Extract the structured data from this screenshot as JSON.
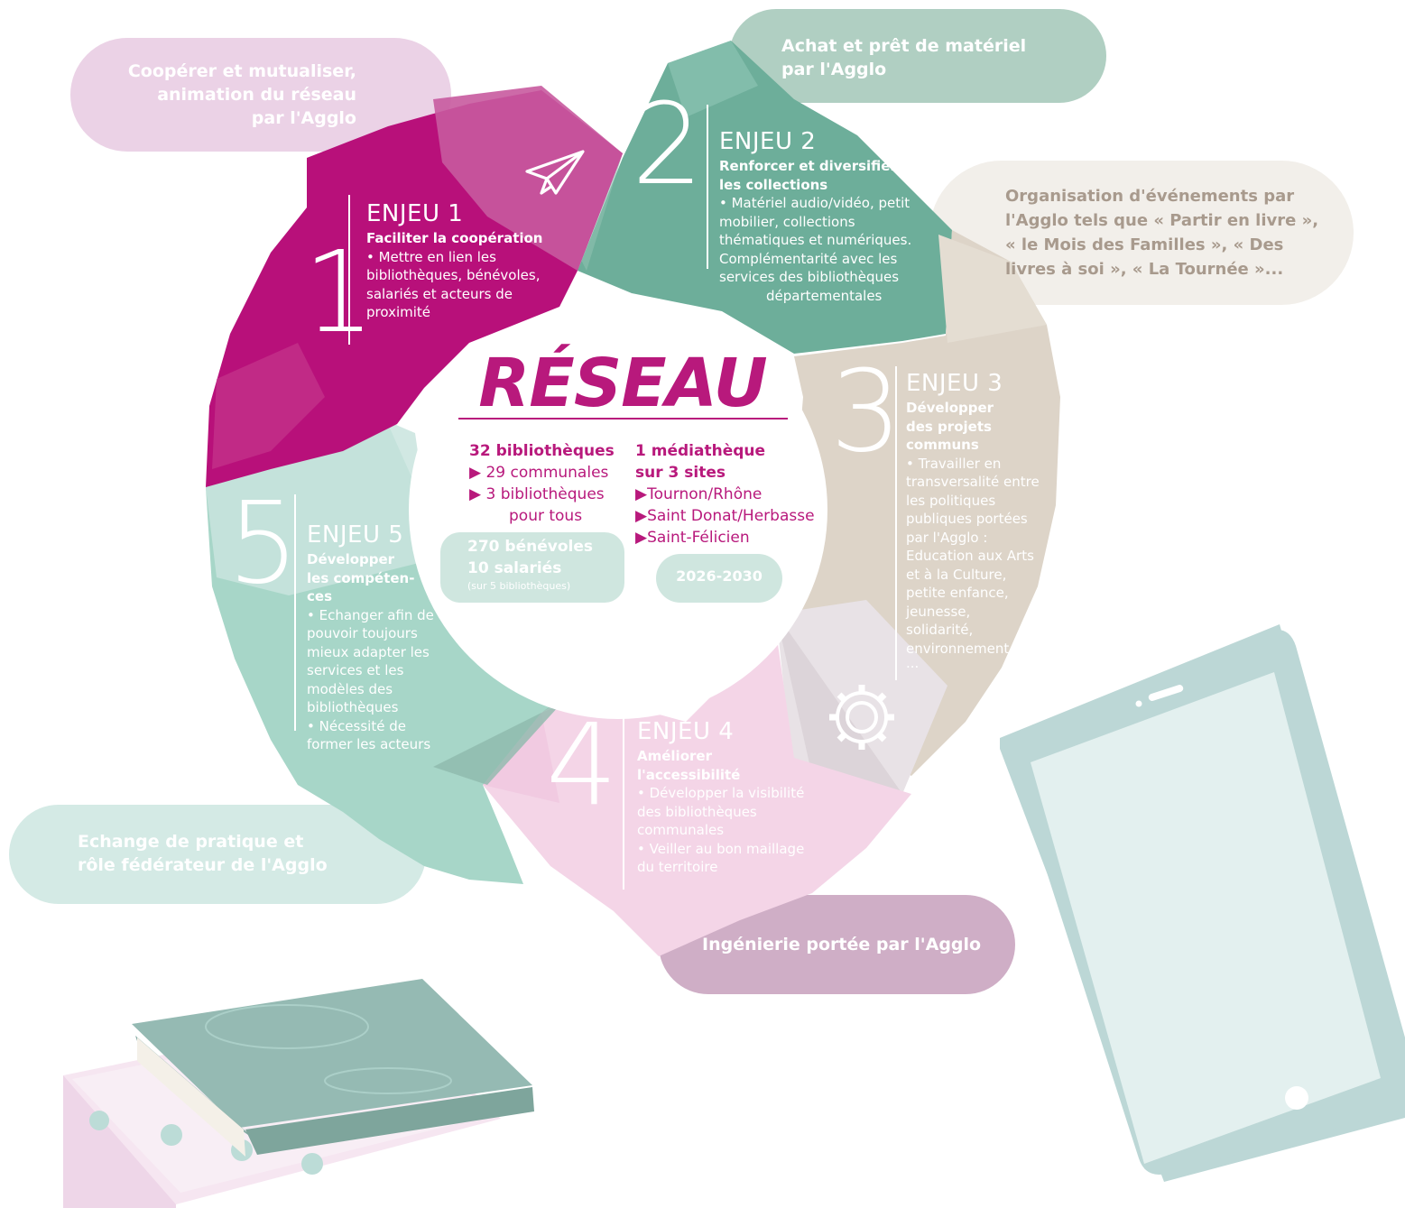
{
  "center": {
    "title": "RÉSEAU",
    "bibliotheques": {
      "headline": "32 bibliothèques",
      "items": [
        "29 communales",
        "3 bibliothèques"
      ],
      "tail": "pour tous"
    },
    "mediatheque": {
      "headline_line1": "1 médiathèque",
      "headline_line2": "sur 3 sites",
      "sites": [
        "Tournon/Rhône",
        "Saint Donat/Herbasse",
        "Saint-Félicien"
      ]
    },
    "staff": {
      "line1": "270 bénévoles",
      "line2": "10 salariés",
      "note": "(sur 5 bibliothèques)"
    },
    "period": "2026-2030"
  },
  "enjeux": [
    {
      "number": "1",
      "title": "ENJEU 1",
      "subtitle": "Faciliter la coopération",
      "body": [
        "• Mettre en lien les",
        "bibliothèques, bénévoles,",
        "salariés et acteurs de",
        "proximité"
      ]
    },
    {
      "number": "2",
      "title": "ENJEU 2",
      "subtitle_lines": [
        "Renforcer et diversifier",
        "les collections"
      ],
      "body": [
        "• Matériel audio/vidéo, petit",
        "mobilier, collections",
        "thématiques et numériques.",
        "Complémentarité avec les",
        "services des bibliothèques",
        "départementales"
      ]
    },
    {
      "number": "3",
      "title": "ENJEU 3",
      "subtitle_lines": [
        "Développer",
        "des projets",
        "communs"
      ],
      "body": [
        "• Travailler en",
        "transversalité entre",
        "les politiques",
        "publiques portées",
        "par l'Agglo :",
        "Education aux Arts",
        "et à la Culture,",
        "petite enfance,",
        "jeunesse,",
        "solidarité,",
        "environnement",
        "..."
      ]
    },
    {
      "number": "4",
      "title": "ENJEU 4",
      "subtitle_lines": [
        "Améliorer",
        "l'accessibilité"
      ],
      "body": [
        "• Développer la visibilité",
        "des bibliothèques",
        "communales",
        "• Veiller au bon maillage",
        "du territoire"
      ]
    },
    {
      "number": "5",
      "title": "ENJEU 5",
      "subtitle_lines": [
        "Développer",
        "les compéten-",
        "ces"
      ],
      "body": [
        "• Echanger afin de",
        "pouvoir toujours",
        "mieux adapter les",
        "services et les",
        "modèles des",
        "bibliothèques",
        "• Nécessité de",
        "former les acteurs"
      ]
    }
  ],
  "bubbles": {
    "cooperer": [
      "Coopérer et mutualiser,",
      "animation du réseau",
      "par l'Agglo"
    ],
    "achat": [
      "Achat et prêt de matériel",
      "par l'Agglo"
    ],
    "evenements": [
      "Organisation d'événements par",
      "l'Agglo tels que « Partir en livre »,",
      "« le Mois des Familles », « Des",
      "livres à soi », « La Tournée »..."
    ],
    "echange": [
      "Echange de pratique et",
      "rôle fédérateur de l'Agglo"
    ],
    "ingenierie": [
      "Ingénierie portée par l'Agglo"
    ]
  },
  "icons": [
    "paper-plane-icon",
    "gear-icon",
    "tablet-illustration",
    "books-illustration"
  ],
  "colors": {
    "magenta": "#b8197c",
    "green": "#6db39f",
    "beige": "#ddd5c9",
    "pink": "#f3d6e8",
    "mint": "#a8d6c9"
  }
}
